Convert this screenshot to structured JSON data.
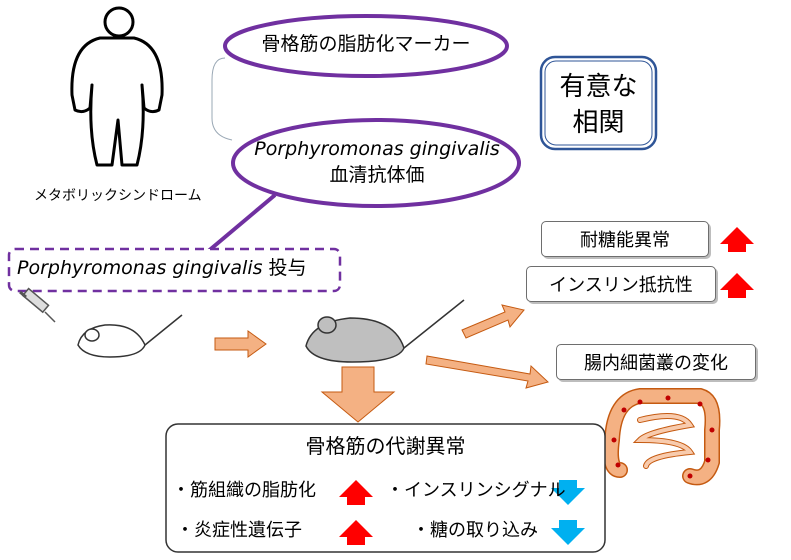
{
  "top_ellipse": {
    "label": "骨格筋の脂肪化マーカー"
  },
  "pg_ellipse": {
    "line1": "Porphyromonas gingivalis",
    "line2": "血清抗体価"
  },
  "correlation_box": {
    "line1": "有意な",
    "line2": "相関"
  },
  "human_figure": {
    "caption": "メタボリックシンドローム"
  },
  "administration": {
    "species": "Porphyromonas gingivalis",
    "suffix": " 投与"
  },
  "effects": [
    {
      "label": "耐糖能異常",
      "trend": "up"
    },
    {
      "label": "インスリン抵抗性",
      "trend": "up"
    },
    {
      "label": "腸内細菌叢の変化",
      "trend": "none"
    }
  ],
  "muscle_box": {
    "title": "骨格筋の代謝異常",
    "items": [
      {
        "label": "・筋組織の脂肪化",
        "trend": "up"
      },
      {
        "label": "・インスリンシグナル",
        "trend": "down"
      },
      {
        "label": "・炎症性遺伝子",
        "trend": "up"
      },
      {
        "label": "・糖の取り込み",
        "trend": "down"
      }
    ]
  },
  "colors": {
    "purple": "#7030a0",
    "up": "#ff0000",
    "down": "#00b0f0",
    "arrow": "#f4b183",
    "arrow_border": "#c55a11",
    "correlation": "#2f5597"
  }
}
